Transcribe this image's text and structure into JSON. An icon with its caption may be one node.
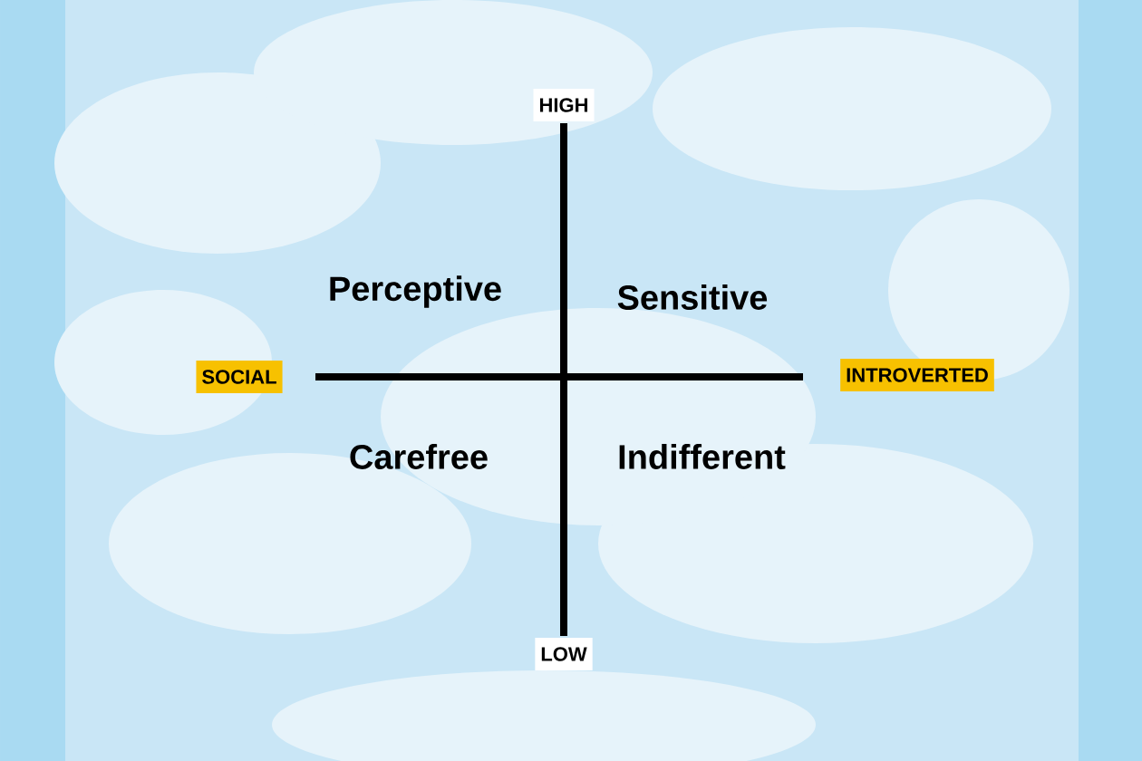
{
  "diagram": {
    "nodes": [
      {
        "text": [
          "HIGH"
        ]
      },
      {
        "text": [
          "SOCIAL"
        ]
      },
      {
        "text": [
          "INTROVERTED"
        ]
      },
      {
        "text": [
          "LOW"
        ]
      }
    ],
    "labels": [
      "Perceptive",
      "Sensitive",
      "Carefree",
      "Indifferent"
    ]
  }
}
